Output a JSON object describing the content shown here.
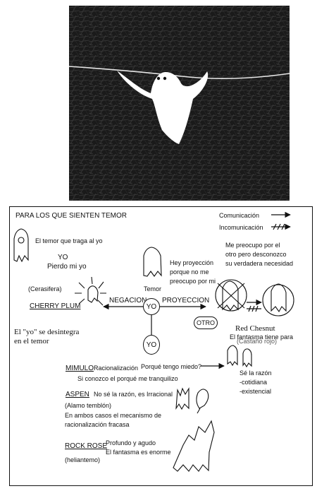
{
  "header": {
    "title": "PARA LOS QUE SIENTEN TEMOR"
  },
  "legend": {
    "communication": "Comunicación",
    "incommunication": "Incomunicación"
  },
  "left": {
    "fear_swallows_self": "El temor que traga al yo",
    "self": "YO",
    "lose_self": "Pierdo mi yo",
    "cerasifera": "(Cerasifera)",
    "cherry_plum": "CHERRY PLUM",
    "disintegrates_line1": "El \"yo\" se desintegra",
    "disintegrates_line2": "en el temor"
  },
  "center": {
    "negation": "NEGACION",
    "fear": "Temor",
    "projection": "PROYECCION",
    "self_top": "YO",
    "self_bottom": "YO",
    "other": "OTRO",
    "projection_note_1": "Hey proyección",
    "projection_note_2": "porque no me",
    "projection_note_3": "preocupo por mi"
  },
  "right": {
    "worry_1": "Me preocupo por el",
    "worry_2": "otro pero desconozco",
    "worry_3": "su verdadera necesidad",
    "red_chestnut": "Red Chesnut",
    "red_chestnut_overlap": "El fantasma tiene para",
    "castano_rojo": "(Castaño rojo)"
  },
  "mimulo": {
    "name": "MIMULO",
    "rationalization": "Racionalización",
    "question": "Porqué tengo miedo?",
    "answer": "Si conozco el porqué me tranquilizo",
    "knows_reason": "Sé la razón",
    "daily": "-cotidiana",
    "existential": "-existencial"
  },
  "aspen": {
    "name": "ASPEN",
    "desc": "No sé la razón, es Irracional",
    "latin": "(Alamo temblón)",
    "both_1": "En ambos casos el mecanismo de",
    "both_2": "racionalización fracasa"
  },
  "rock_rose": {
    "name": "ROCK ROSE",
    "desc_1": "Profundo y agudo",
    "desc_2": "El fantasma es enorme",
    "latin": "(heliantemo)"
  },
  "icons": {
    "hero": "ghost-on-rope-icon",
    "ghost": "ghost-icon",
    "burst": "exploding-ghost-icon",
    "crossed_circle": "crossed-ghost-circle-icon",
    "leaf": "leaf-icon"
  },
  "colors": {
    "ink": "#111111",
    "paper": "#ffffff",
    "night": "#1a1a1a"
  }
}
